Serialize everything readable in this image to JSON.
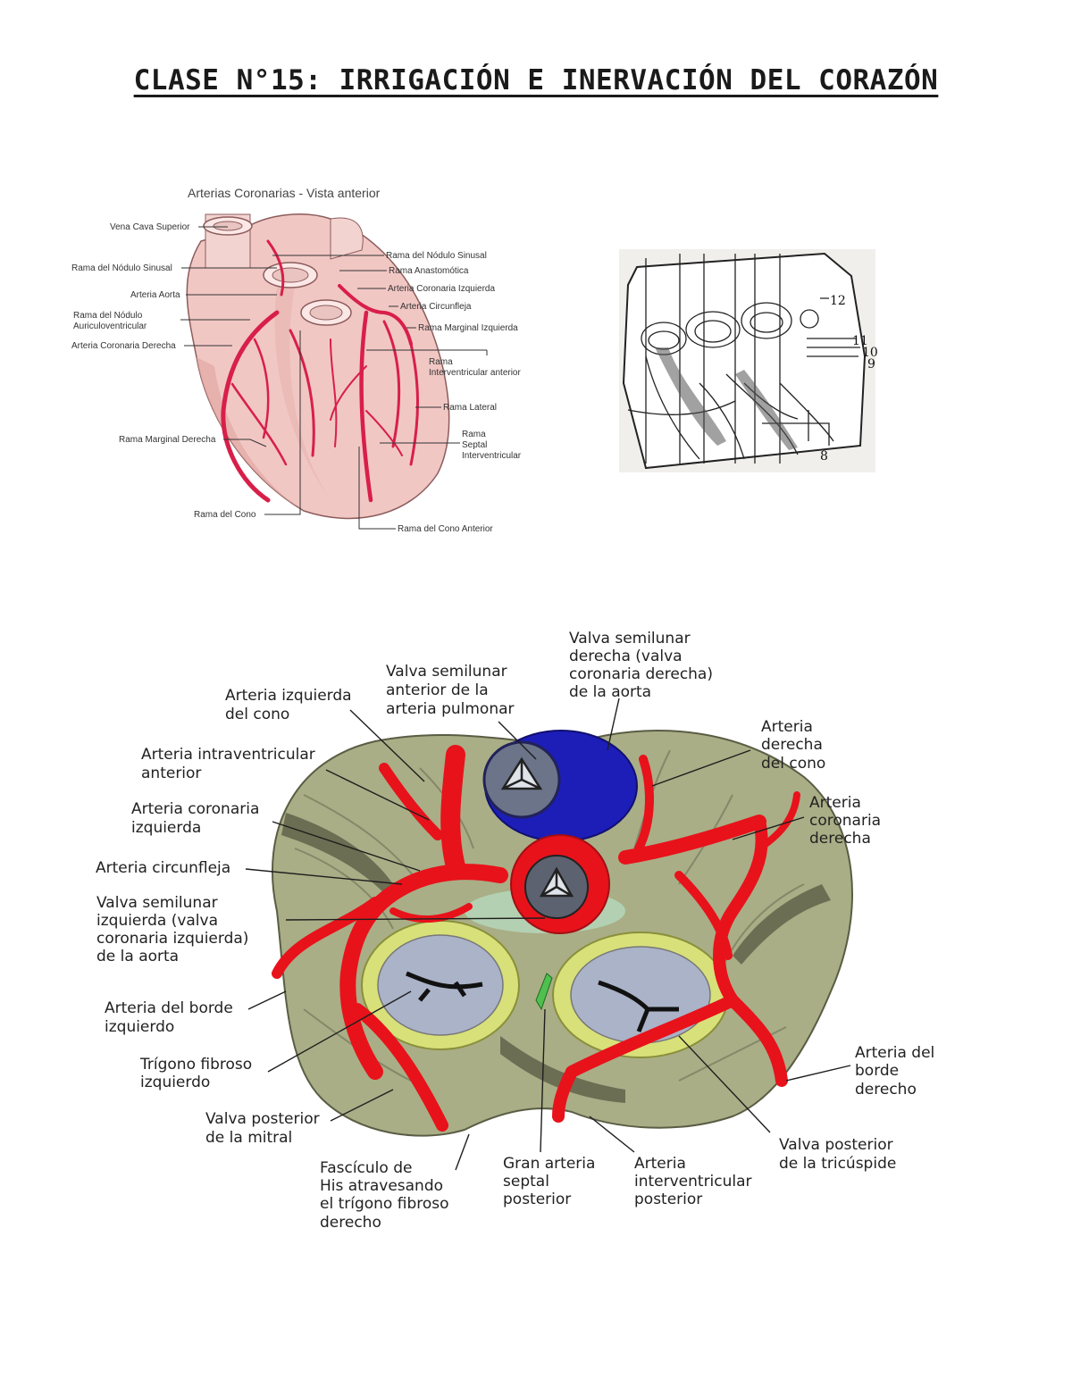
{
  "title": "CLASE N°15: IRRIGACIÓN E INERVACIÓN DEL CORAZÓN",
  "figure1": {
    "title": "Arterias Coronarias - Vista anterior",
    "left_labels": [
      "Vena Cava Superior",
      "Rama del Nódulo Sinusal",
      "Arteria Aorta",
      "Rama del Nódulo",
      "Auriculoventricular",
      "Arteria Coronaria Derecha",
      "Rama Marginal Derecha",
      "Rama del Cono"
    ],
    "right_labels": [
      "Rama del Nódulo Sinusal",
      "Rama Anastomótica",
      "Arteria Coronaria Izquierda",
      "Arteria Circunfleja",
      "Rama Marginal Izquierda",
      "Rama",
      "Interventricular anterior",
      "Rama Lateral",
      "Rama",
      "Septal",
      "Interventricular",
      "Rama del Cono Anterior"
    ]
  },
  "figure2": {
    "numbers": [
      "12",
      "11",
      "10",
      "9",
      "8"
    ]
  },
  "figure3": {
    "left_labels": [
      [
        "Arteria izquierda",
        "del cono"
      ],
      [
        "Arteria intraventricular",
        "anterior"
      ],
      [
        "Arteria coronaria",
        "izquierda"
      ],
      [
        "Arteria circunfleja"
      ],
      [
        "Valva semilunar",
        "izquierda (valva",
        "coronaria izquierda)",
        "de la aorta"
      ],
      [
        "Arteria del borde",
        "izquierdo"
      ],
      [
        "Trígono fibroso",
        "izquierdo"
      ],
      [
        "Valva posterior",
        "de la mitral"
      ]
    ],
    "top_labels": [
      [
        "Valva semilunar",
        "anterior de la",
        "arteria pulmonar"
      ],
      [
        "Valva semilunar",
        "derecha (valva",
        "coronaria derecha)",
        "de la aorta"
      ]
    ],
    "right_labels": [
      [
        "Arteria",
        "derecha",
        "del cono"
      ],
      [
        "Arteria",
        "coronaria",
        "derecha"
      ],
      [
        "Arteria del",
        "borde",
        "derecho"
      ],
      [
        "Valva posterior",
        "de la tricúspide"
      ]
    ],
    "bottom_labels": [
      [
        "Fascículo de",
        "His atravesando",
        "el trígono fibroso",
        "derecho"
      ],
      [
        "Gran arteria",
        "septal",
        "posterior"
      ],
      [
        "Arteria",
        "interventricular",
        "posterior"
      ]
    ],
    "colors": {
      "artery": "#e8121b",
      "pulmonary": "#1d1db8",
      "tissue": "#a9ae86",
      "annulus": "#d8e07a",
      "valve_orifice": "#aab3c7"
    }
  }
}
